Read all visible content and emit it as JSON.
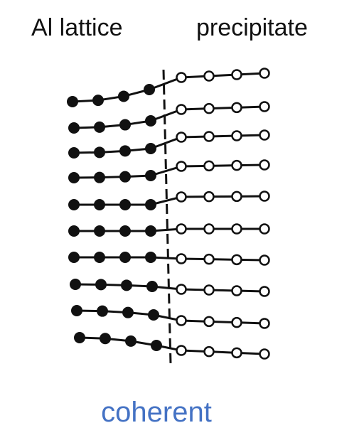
{
  "labels": {
    "left": "Al lattice",
    "right": "precipitate"
  },
  "caption": {
    "text": "coherent"
  },
  "colors": {
    "ink": "#111111",
    "caption": "#4472C4",
    "background": "#ffffff"
  },
  "lattice": {
    "rows": 10,
    "filled_atoms_per_row": 4,
    "open_atoms_per_row": 4,
    "interface": "dashed vertical line"
  }
}
